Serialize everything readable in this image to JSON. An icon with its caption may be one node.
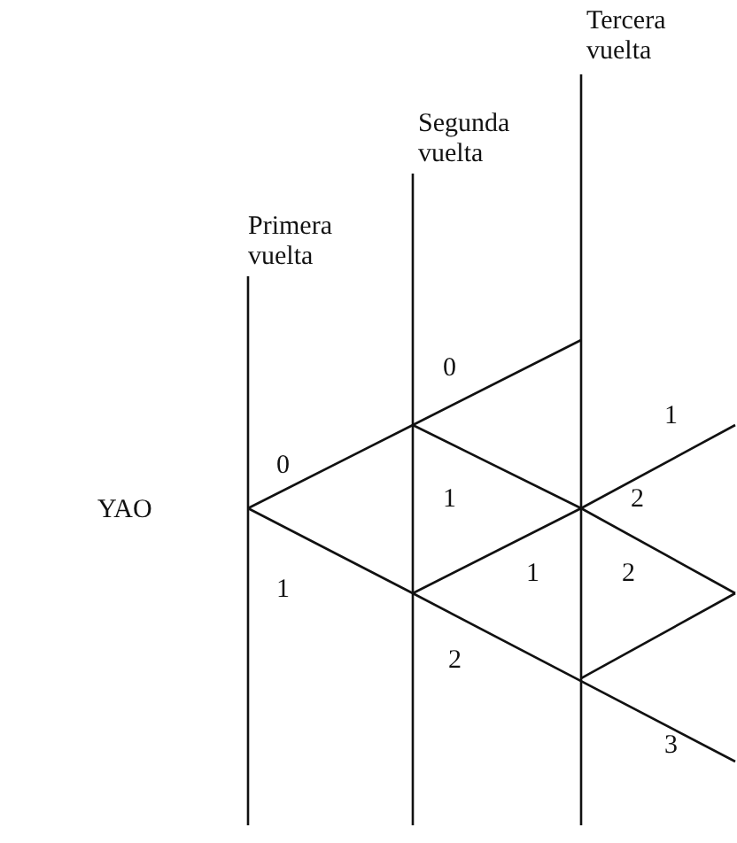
{
  "diagram": {
    "labels": [
      "Tercera vuelta",
      "Segunda vuelta",
      "Primera vuelta",
      "0",
      "0",
      "1",
      "YAO",
      "1",
      "2",
      "1",
      "1",
      "2",
      "2",
      "3"
    ]
  }
}
